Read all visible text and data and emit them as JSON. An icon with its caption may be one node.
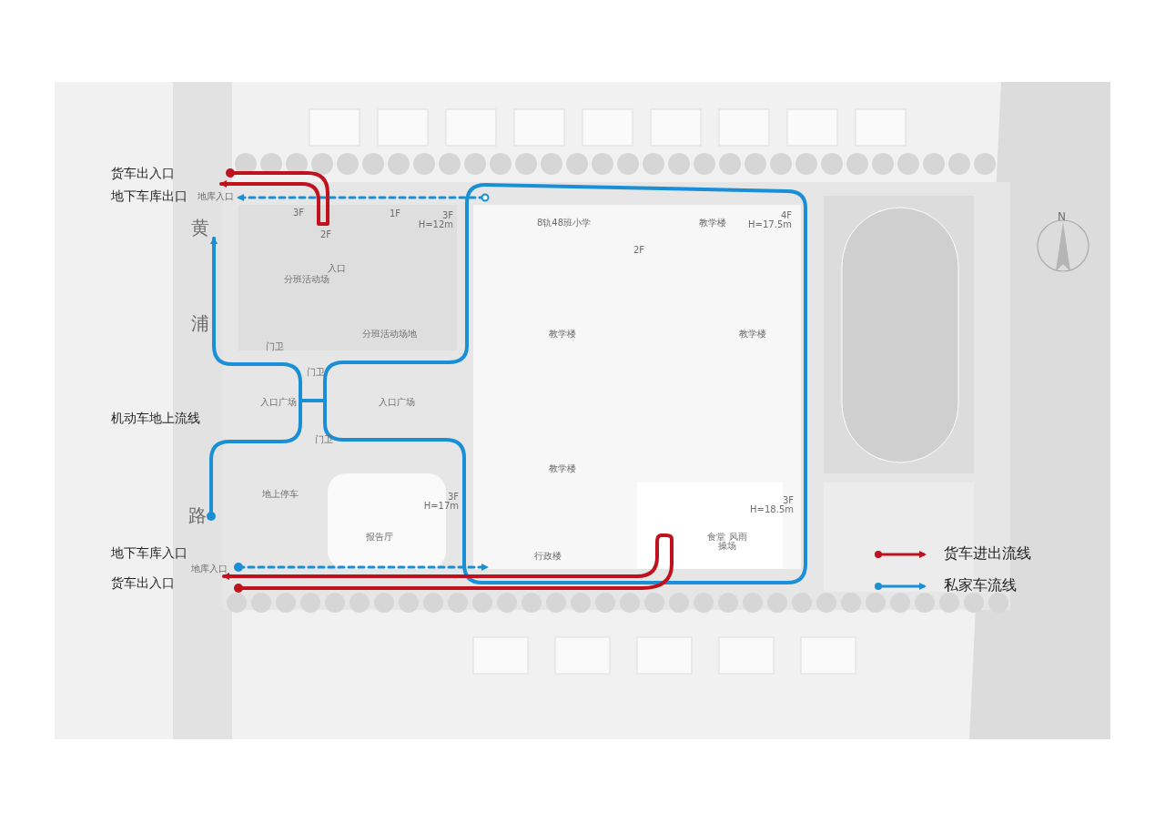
{
  "diagram": {
    "labels": [
      "货车出入口",
      "地下车库出口",
      "地库入口",
      "黄",
      "3F",
      "1F",
      "3F H=12m",
      "2F",
      "8轨48班小学",
      "教学楼",
      "4F H=17.5m",
      "入口",
      "分班活动场",
      "2F",
      "浦",
      "分班活动场地",
      "门卫",
      "教学楼",
      "教学楼",
      "门卫",
      "入口广场",
      "入口广场",
      "机动车地上流线",
      "门卫",
      "教学楼",
      "地上停车",
      "3F H=17m",
      "3F H=18.5m",
      "路",
      "报告厅",
      "食堂 风雨操场",
      "地下车库入口",
      "行政楼",
      "地库入口",
      "货车出入口",
      "N"
    ],
    "legend": [
      {
        "text": "货车进出流线"
      },
      {
        "text": "私家车流线"
      }
    ]
  }
}
